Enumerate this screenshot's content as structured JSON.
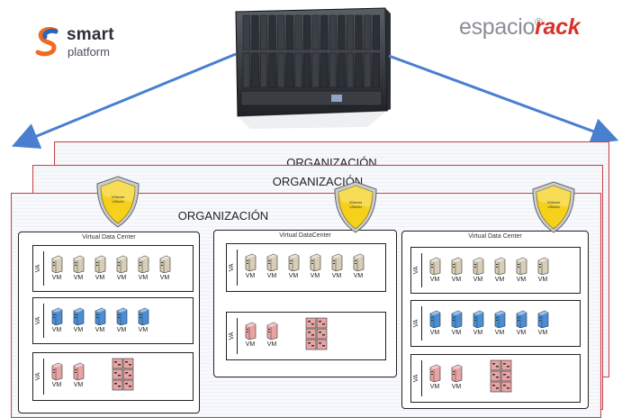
{
  "logos": {
    "smart_word": "smart",
    "platform_word": "platform",
    "espacio_word": "espacio",
    "rack_word": "rack",
    "registered": "®"
  },
  "colors": {
    "org_border": "#c9454b",
    "shield_fill": "#f5d11c",
    "vm_beige": "#d8cdb6",
    "vm_blue": "#4a8fd6",
    "vm_pink": "#e8a3a3",
    "arrow": "#4a7fd0"
  },
  "organizations": [
    {
      "title": "ORGANIZACIÓN"
    },
    {
      "title": "ORGANIZACIÓN"
    },
    {
      "title": "ORGANIZACIÓN"
    }
  ],
  "shield": {
    "text": "VMware vShield"
  },
  "vdcs": [
    {
      "label": "Virtual Data Center",
      "vas": [
        {
          "label": "VA",
          "vm_color": "beige",
          "vm_count": 6,
          "rack": false
        },
        {
          "label": "VA",
          "vm_color": "blue",
          "vm_count": 5,
          "rack": false
        },
        {
          "label": "VA",
          "vm_color": "pink",
          "vm_count": 2,
          "rack": true
        }
      ]
    },
    {
      "label": "Virtual DataCenter",
      "vas": [
        {
          "label": "VA",
          "vm_color": "beige",
          "vm_count": 6,
          "rack": false
        },
        {
          "label": "VA",
          "vm_color": "pink",
          "vm_count": 2,
          "rack": true
        }
      ]
    },
    {
      "label": "Virtual Data Center",
      "vas": [
        {
          "label": "VA",
          "vm_color": "beige",
          "vm_count": 6,
          "rack": false
        },
        {
          "label": "VA",
          "vm_color": "blue",
          "vm_count": 6,
          "rack": false
        },
        {
          "label": "VA",
          "vm_color": "pink",
          "vm_count": 2,
          "rack": true
        }
      ]
    }
  ],
  "vm_label": "VM"
}
